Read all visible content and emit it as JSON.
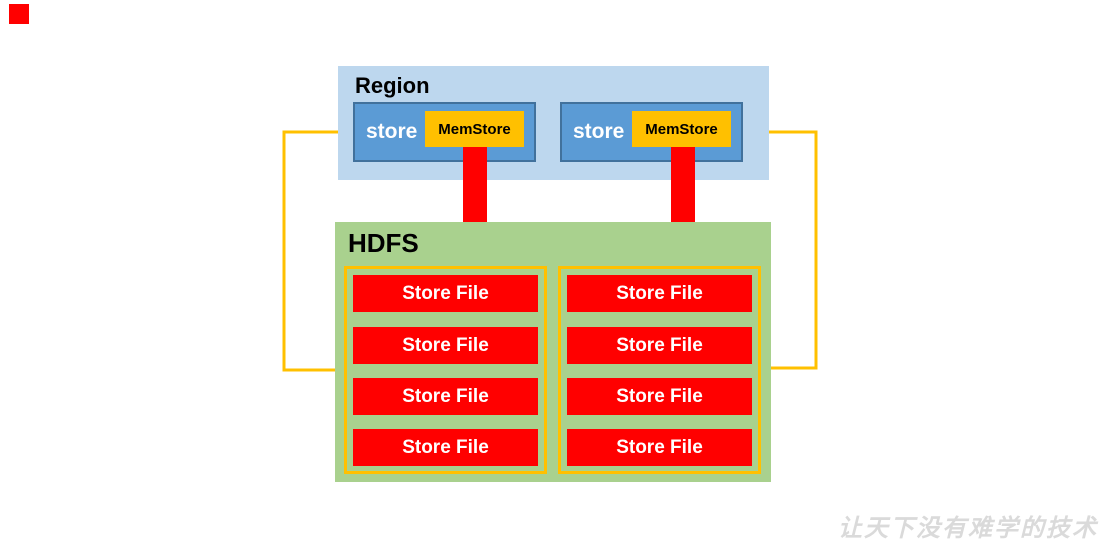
{
  "marker": {
    "color": "#FF0000"
  },
  "region": {
    "label": "Region",
    "bg": "#BDD7EE",
    "store_bg": "#5B9BD5",
    "store_border": "#41719C",
    "memstore_bg": "#FFC000",
    "stores": [
      {
        "label": "store",
        "memstore_label": "MemStore"
      },
      {
        "label": "store",
        "memstore_label": "MemStore"
      }
    ]
  },
  "arrows": {
    "color": "#FF0000",
    "direction": "down",
    "count": 2
  },
  "connectors": {
    "color": "#FFC000",
    "count": 2
  },
  "hdfs": {
    "label": "HDFS",
    "bg": "#A9D18E",
    "column_border": "#FFC000",
    "file_bg": "#FF0000",
    "file_text_color": "#FFFFFF",
    "columns": [
      {
        "files": [
          "Store File",
          "Store File",
          "Store File",
          "Store File"
        ]
      },
      {
        "files": [
          "Store File",
          "Store File",
          "Store File",
          "Store File"
        ]
      }
    ]
  },
  "watermark": {
    "text": "让天下没有难学的技术",
    "color": "#DADADA"
  }
}
